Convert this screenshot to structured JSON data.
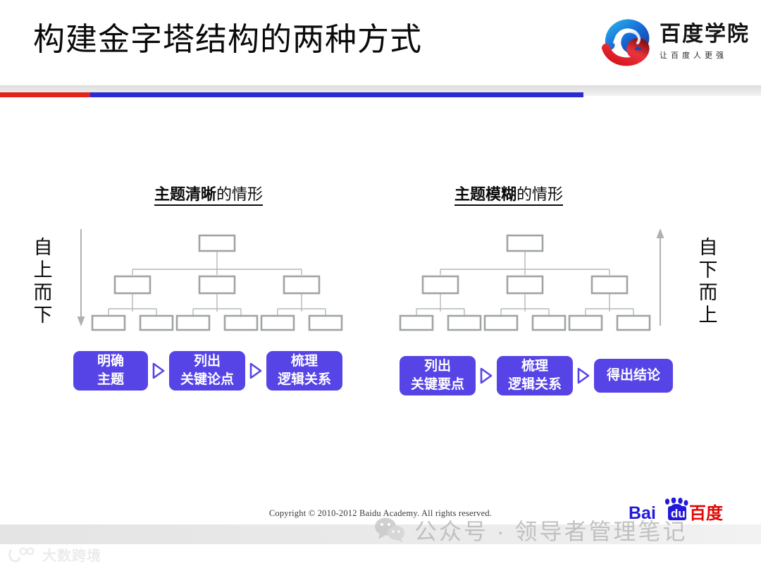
{
  "slide": {
    "title": "构建金字塔结构的两种方式",
    "copyright": "Copyright © 2010-2012 Baidu Academy. All rights reserved."
  },
  "header": {
    "academy_name": "百度学院",
    "academy_tagline": "让百度人更强",
    "divider_red": "#e2231a",
    "divider_blue": "#2b2bd4"
  },
  "panels": {
    "left": {
      "heading_bold": "主题清晰",
      "heading_rest": "的情形",
      "direction_label": [
        "自",
        "上",
        "而",
        "下"
      ],
      "direction_arrow": "arrow-down",
      "flow": [
        {
          "line1": "明确",
          "line2": "主题",
          "lines": 2
        },
        {
          "line1": "列出",
          "line2": "关键论点",
          "lines": 2
        },
        {
          "line1": "梳理",
          "line2": "逻辑关系",
          "lines": 2
        }
      ]
    },
    "right": {
      "heading_bold": "主题模糊",
      "heading_rest": "的情形",
      "direction_label": [
        "自",
        "下",
        "而",
        "上"
      ],
      "direction_arrow": "arrow-up",
      "flow": [
        {
          "line1": "列出",
          "line2": "关键要点",
          "lines": 2
        },
        {
          "line1": "梳理",
          "line2": "逻辑关系",
          "lines": 2
        },
        {
          "line1": "得出结论",
          "line2": "",
          "lines": 1
        }
      ]
    }
  },
  "tree": {
    "levels": 3,
    "root_count": 1,
    "mid_count": 3,
    "leaf_count": 6,
    "box_border_color": "#a0a3a6",
    "connector_color": "#b4b7ba"
  },
  "footer": {
    "baidu_logo_bai": "Bai",
    "baidu_logo_du": "du",
    "baidu_logo_cn": "百度",
    "watermark_wechat": "公众号 · 领导者管理笔记",
    "watermark_brand": "大数跨境"
  },
  "colors": {
    "flow_box": "#5644e6",
    "flow_arrow": "#5644e6",
    "baidu_blue": "#2319dc",
    "baidu_red": "#e10602"
  }
}
